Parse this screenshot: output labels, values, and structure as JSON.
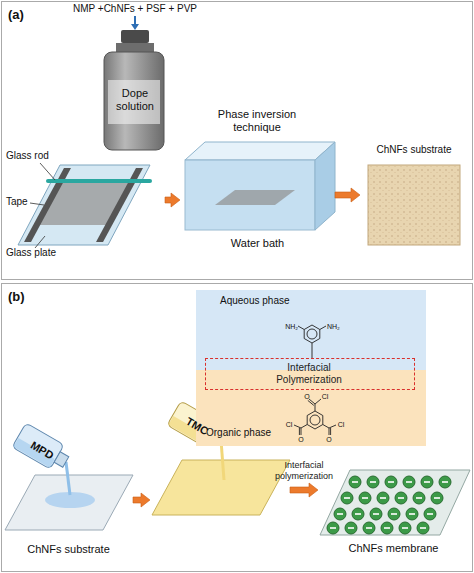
{
  "diagram": {
    "nodes": [
      {
        "text": [
          "Dope solution"
        ]
      },
      {
        "text": [
          "Phase inversion technique",
          "Water bath"
        ]
      },
      {
        "text": [
          "ChNFs substrate"
        ]
      },
      {
        "text": [
          "Aqueous phase"
        ]
      },
      {
        "text": [
          "Interfacial Polymerization"
        ]
      },
      {
        "text": [
          "Organic phase"
        ]
      },
      {
        "text": [
          "MPD",
          "ChNFs substrate"
        ]
      },
      {
        "text": [
          "TMC"
        ]
      },
      {
        "text": [
          "ChNFs membrane"
        ]
      }
    ],
    "edges": [
      {
        "from": 0,
        "to": 1,
        "arrow": "to"
      },
      {
        "from": 1,
        "to": 2,
        "arrow": "to"
      },
      {
        "from": 6,
        "to": 7,
        "arrow": "to"
      },
      {
        "from": 7,
        "to": 8,
        "label": "Interfacial polymerization",
        "arrow": "to"
      }
    ],
    "labels": [
      "(a)",
      "NMP +ChNFs + PSF + PVP",
      "Glass rod",
      "Tape",
      "Glass plate",
      "(b)",
      "NH₂",
      "NH₂",
      "O",
      "Cl",
      "O",
      "Cl",
      "O",
      "Cl"
    ]
  }
}
